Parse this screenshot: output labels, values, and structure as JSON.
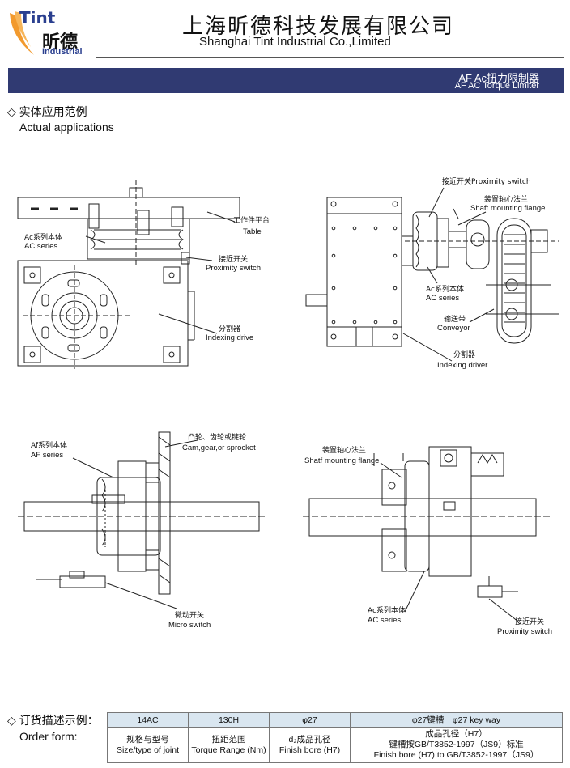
{
  "header": {
    "logo_top": "Tint",
    "logo_cn": "昕德",
    "logo_bottom": "Industrial",
    "company_cn": "上海昕德科技发展有限公司",
    "company_en": "Shanghai Tint Industrial Co.,Limited",
    "colors": {
      "brand_blue": "#2a3f8f",
      "brand_orange": "#f29a2e",
      "banner": "#303a72"
    }
  },
  "banner": {
    "title_cn": "AF Ac扭力限制器",
    "title_en": "AF AC Torque Limiter"
  },
  "applications": {
    "title_cn": "◇ 实体应用范例",
    "title_en": "Actual applications",
    "fig1": {
      "table_cn": "工作件平台",
      "table_en": "Table",
      "ac_cn": "Ac系列本体",
      "ac_en": "AC series",
      "prox_cn": "接近开关",
      "prox_en": "Proximity switch",
      "idx_cn": "分割器",
      "idx_en": "Indexing drive"
    },
    "fig2": {
      "prox": "接近开关Proximity switch",
      "flange_cn": "装置轴心法兰",
      "flange_en": "Shaft mounting flange",
      "ac_cn": "Ac系列本体",
      "ac_en": "AC series",
      "conv_cn": "输送带",
      "conv_en": "Conveyor",
      "idx_cn": "分割器",
      "idx_en": "Indexing driver"
    },
    "fig3": {
      "af_cn": "Af系列本体",
      "af_en": "AF series",
      "cam_cn": "凸轮、齿轮或链轮",
      "cam_en": "Cam,gear,or sprocket",
      "micro_cn": "微动开关",
      "micro_en": "Micro switch"
    },
    "fig4": {
      "flange_cn": "装置轴心法兰",
      "flange_en": "Shatf mounting flange",
      "ac_cn": "Ac系列本体",
      "ac_en": "AC series",
      "prox_cn": "接近开关",
      "prox_en": "Proximity switch"
    }
  },
  "order": {
    "title_cn": "◇ 订货描述示例：",
    "title_en": "Order form:",
    "values": [
      "14AC",
      "130H",
      "φ27",
      "φ27键槽　φ27 key way"
    ],
    "col1": {
      "cn": "规格与型号",
      "en": "Size/type of joint"
    },
    "col2": {
      "cn": "扭距范围",
      "en": "Torque Range (Nm)"
    },
    "col3": {
      "cn": "d₂成品孔径",
      "en": "Finish bore (H7)"
    },
    "col4": {
      "cn1": "成品孔径（H7）",
      "cn2": "键槽按GB/T3852-1997（JS9）标准",
      "en": "Finish bore (H7) to GB/T3852-1997（JS9）"
    }
  }
}
